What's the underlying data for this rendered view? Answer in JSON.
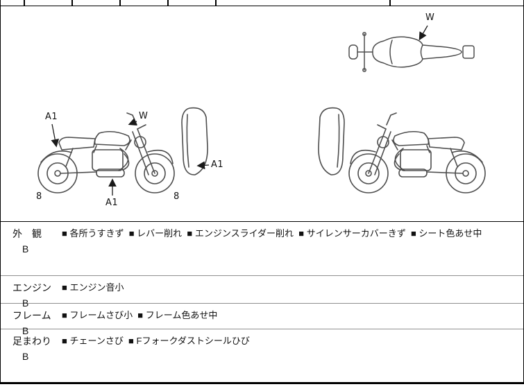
{
  "diagram": {
    "labels": {
      "w_top_view": "W",
      "w_side_view": "W",
      "a1_rear": "A1",
      "a1_panel": "A1",
      "a1_muffler": "A1",
      "num_left": "8",
      "num_right": "8"
    }
  },
  "inspection": {
    "rows": [
      {
        "category": "外　観",
        "grade": "B",
        "notes": "■ 各所うすきず  ■ レバー削れ  ■ エンジンスライダー削れ  ■ サイレンサーカバーきず  ■ シート色あせ中"
      },
      {
        "category": "エンジン",
        "grade": "B",
        "notes": "■ エンジン音小"
      },
      {
        "category": "フレーム",
        "grade": "B",
        "notes": "■ フレームさび小  ■ フレーム色あせ中"
      },
      {
        "category": "足まわり",
        "grade": "B",
        "notes": "■ チェーンさび  ■ Fフォークダストシールひび"
      }
    ]
  }
}
